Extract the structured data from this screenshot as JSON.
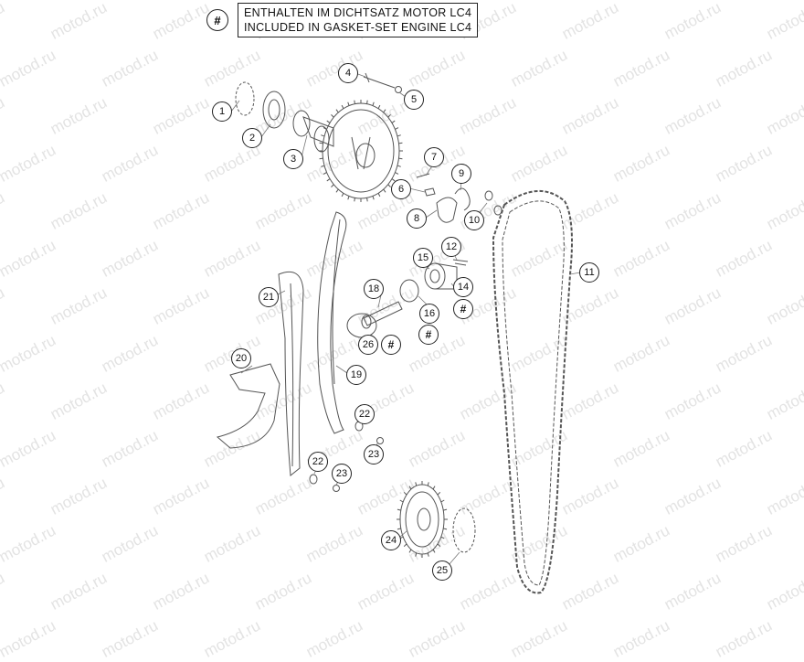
{
  "legend": {
    "symbol": "#",
    "line1": "ENTHALTEN IM DICHTSATZ MOTOR LC4",
    "line2": "INCLUDED IN GASKET-SET ENGINE LC4"
  },
  "watermark_text": "motod.ru",
  "callouts": [
    {
      "id": "1",
      "label": "1"
    },
    {
      "id": "2",
      "label": "2"
    },
    {
      "id": "3",
      "label": "3"
    },
    {
      "id": "4",
      "label": "4"
    },
    {
      "id": "5",
      "label": "5"
    },
    {
      "id": "6",
      "label": "6"
    },
    {
      "id": "7",
      "label": "7"
    },
    {
      "id": "8",
      "label": "8"
    },
    {
      "id": "9",
      "label": "9"
    },
    {
      "id": "10",
      "label": "10"
    },
    {
      "id": "11",
      "label": "11"
    },
    {
      "id": "12",
      "label": "12"
    },
    {
      "id": "14",
      "label": "14"
    },
    {
      "id": "14h",
      "label": "#"
    },
    {
      "id": "15",
      "label": "15"
    },
    {
      "id": "16",
      "label": "16"
    },
    {
      "id": "16h",
      "label": "#"
    },
    {
      "id": "18",
      "label": "18"
    },
    {
      "id": "19",
      "label": "19"
    },
    {
      "id": "20",
      "label": "20"
    },
    {
      "id": "21",
      "label": "21"
    },
    {
      "id": "22a",
      "label": "22"
    },
    {
      "id": "23a",
      "label": "23"
    },
    {
      "id": "22b",
      "label": "22"
    },
    {
      "id": "23b",
      "label": "23"
    },
    {
      "id": "24",
      "label": "24"
    },
    {
      "id": "25",
      "label": "25"
    },
    {
      "id": "26",
      "label": "26"
    },
    {
      "id": "26h",
      "label": "#"
    }
  ]
}
